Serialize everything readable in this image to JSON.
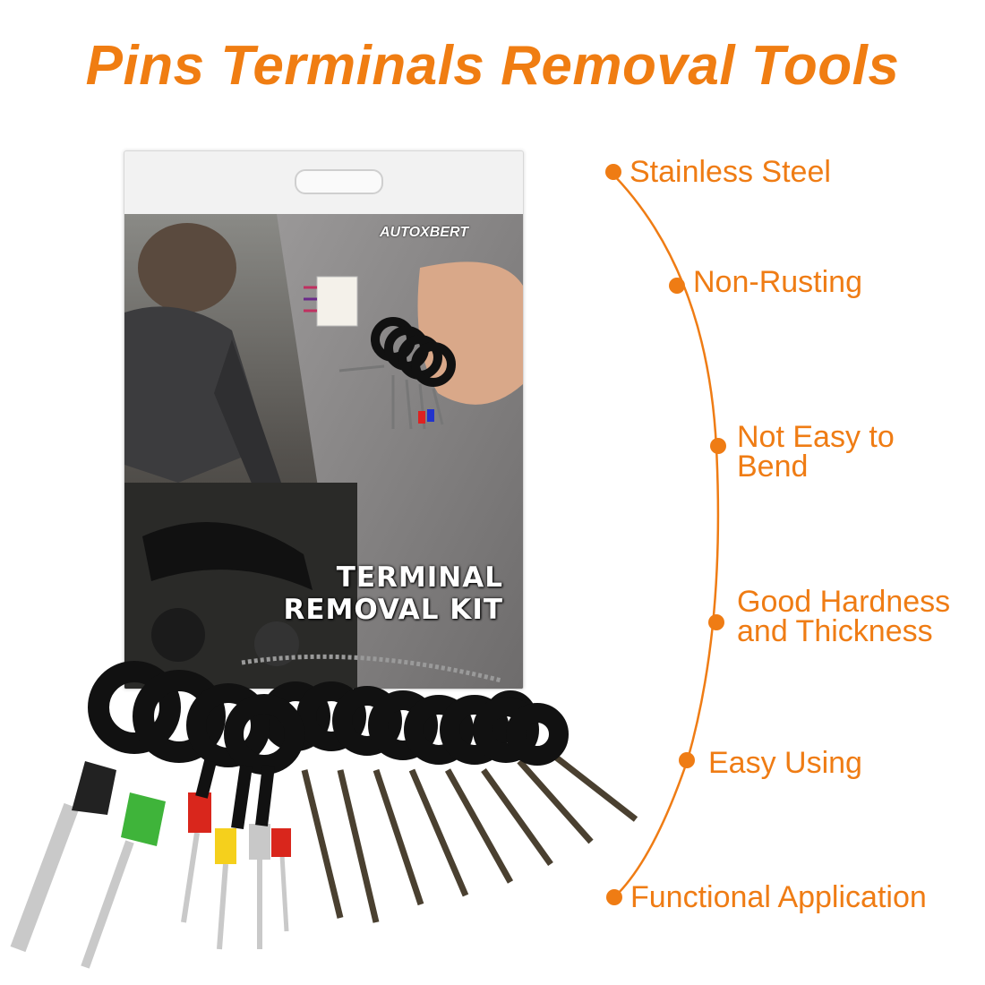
{
  "title": "Pins Terminals Removal Tools",
  "accent_color": "#ef7c14",
  "package": {
    "brand": "AUTOXBERT",
    "title_line1": "TERMINAL",
    "title_line2": "REMOVAL KIT"
  },
  "features": [
    {
      "line1": "Stainless Steel",
      "line2": ""
    },
    {
      "line1": "Non-Rusting",
      "line2": ""
    },
    {
      "line1": "Not Easy to",
      "line2": "Bend"
    },
    {
      "line1": "Good Hardness",
      "line2": "and Thickness"
    },
    {
      "line1": "Easy Using",
      "line2": ""
    },
    {
      "line1": "Functional Application",
      "line2": ""
    }
  ],
  "tool_cap_colors": [
    "#222222",
    "#3fb43a",
    "#d9261c",
    "#f5d01c",
    "#c8c8c8",
    "#d9261c"
  ]
}
